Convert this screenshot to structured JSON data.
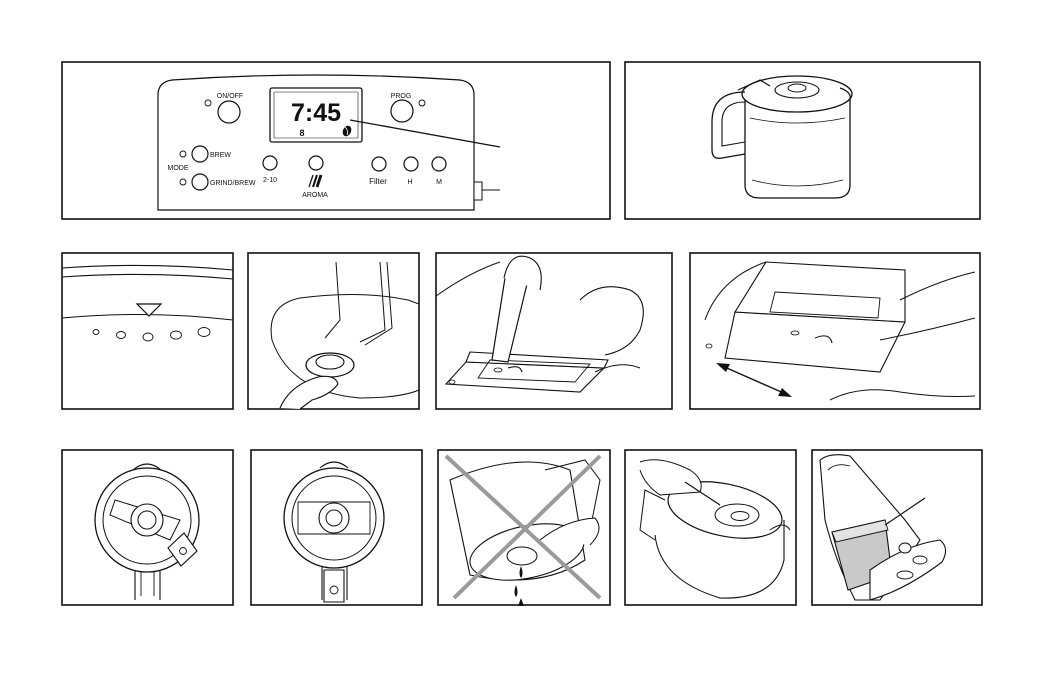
{
  "panel": {
    "display_time": "7:45",
    "display_cups": "8",
    "on_off": "ON/OFF",
    "prog": "PROG",
    "mode": "MODE",
    "brew": "BREW",
    "grind_brew": "GRIND/BREW",
    "cups_range": "2-10",
    "aroma": "AROMA",
    "filter": "Filter",
    "hour": "H",
    "minute": "M"
  }
}
